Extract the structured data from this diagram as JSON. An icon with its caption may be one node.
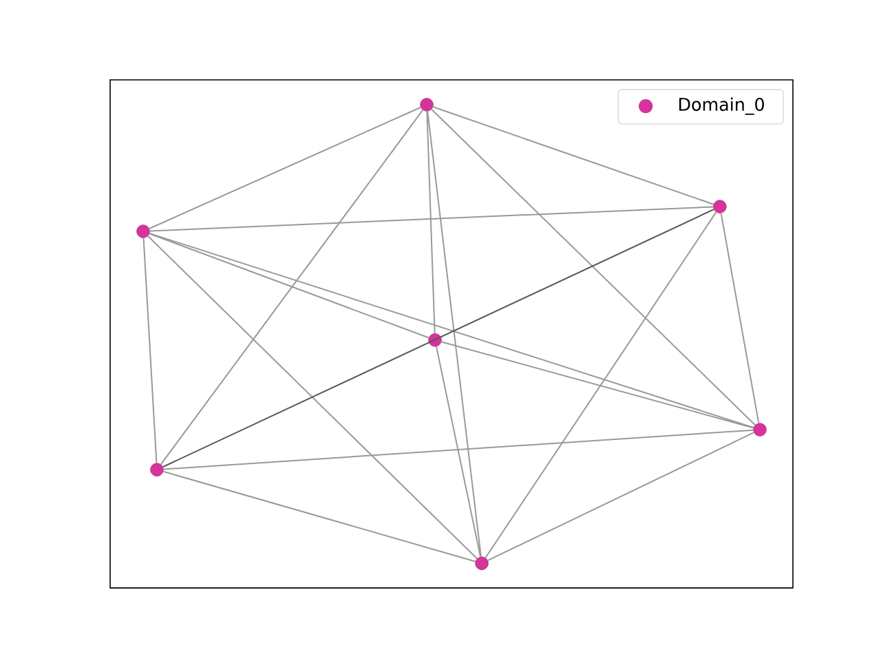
{
  "diagram": {
    "nodes": [
      {
        "text": [],
        "shape": "circle"
      },
      {
        "text": [],
        "shape": "circle"
      },
      {
        "text": [],
        "shape": "circle"
      },
      {
        "text": [],
        "shape": "circle"
      },
      {
        "text": [],
        "shape": "circle"
      },
      {
        "text": [],
        "shape": "circle"
      },
      {
        "text": [],
        "shape": "circle"
      }
    ],
    "edges": [
      {
        "from": 0,
        "to": 1,
        "arrow": "none"
      },
      {
        "from": 0,
        "to": 2,
        "arrow": "none"
      },
      {
        "from": 0,
        "to": 3,
        "arrow": "none"
      },
      {
        "from": 0,
        "to": 4,
        "arrow": "none"
      },
      {
        "from": 0,
        "to": 5,
        "arrow": "none"
      },
      {
        "from": 0,
        "to": 6,
        "arrow": "none"
      },
      {
        "from": 1,
        "to": 2,
        "arrow": "none"
      },
      {
        "from": 1,
        "to": 3,
        "arrow": "none"
      },
      {
        "from": 1,
        "to": 4,
        "arrow": "none"
      },
      {
        "from": 1,
        "to": 5,
        "arrow": "none"
      },
      {
        "from": 1,
        "to": 6,
        "arrow": "none"
      },
      {
        "from": 2,
        "to": 4,
        "arrow": "none",
        "color": "#555555"
      },
      {
        "from": 2,
        "to": 5,
        "arrow": "none"
      },
      {
        "from": 2,
        "to": 6,
        "arrow": "none"
      },
      {
        "from": 3,
        "to": 5,
        "arrow": "none"
      },
      {
        "from": 3,
        "to": 6,
        "arrow": "none"
      },
      {
        "from": 4,
        "to": 5,
        "arrow": "none"
      },
      {
        "from": 4,
        "to": 6,
        "arrow": "none"
      },
      {
        "from": 5,
        "to": 6,
        "arrow": "none"
      }
    ],
    "legend": [
      {
        "text": "Domain_0",
        "color": "#d6339b"
      }
    ]
  }
}
